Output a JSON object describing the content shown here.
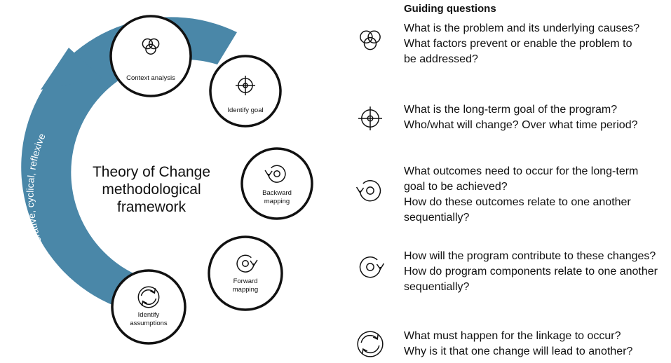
{
  "framework": {
    "title_lines": [
      "Theory of Change",
      "methodological",
      "framework"
    ],
    "arc_label": "Iterative, cyclical, reflexive",
    "arc_color": "#4a87a8",
    "steps": [
      {
        "label_lines": [
          "Context analysis"
        ],
        "icon": "venn-icon"
      },
      {
        "label_lines": [
          "Identify goal"
        ],
        "icon": "crosshair-icon"
      },
      {
        "label_lines": [
          "Backward",
          "mapping"
        ],
        "icon": "backward-arrow-circle-icon"
      },
      {
        "label_lines": [
          "Forward",
          "mapping"
        ],
        "icon": "forward-arrow-circle-icon"
      },
      {
        "label_lines": [
          "Identify",
          "assumptions"
        ],
        "icon": "cycle-arrows-icon"
      }
    ]
  },
  "guiding": {
    "heading": "Guiding questions",
    "groups": [
      {
        "icon": "venn-icon",
        "lines": [
          "What is the problem and its underlying causes?",
          "What factors prevent or enable the problem to",
          "be addressed?"
        ]
      },
      {
        "icon": "crosshair-icon",
        "lines": [
          "What is the long-term goal of the program?",
          "Who/what will change? Over what time period?"
        ]
      },
      {
        "icon": "backward-arrow-circle-icon",
        "lines": [
          "What outcomes need to occur for the long-term",
          "goal to be achieved?",
          "How do these outcomes relate to one another",
          "sequentially?"
        ]
      },
      {
        "icon": "forward-arrow-circle-icon",
        "lines": [
          "How will the program contribute to these changes?",
          "How do program components relate to one another",
          "sequentially?"
        ]
      },
      {
        "icon": "cycle-arrows-icon",
        "lines": [
          "What must happen for the linkage to occur?",
          "Why is it that one change will lead to another?"
        ]
      }
    ]
  }
}
